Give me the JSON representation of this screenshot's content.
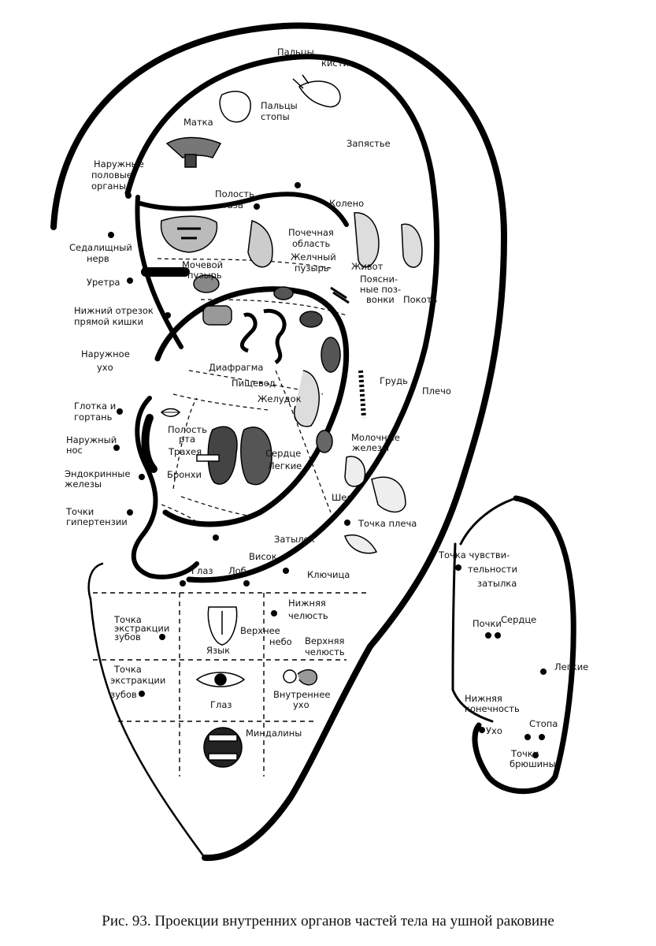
{
  "caption": "Рис. 93. Проекции внутренних органов частей тела на ушной раковине",
  "labels": {
    "paltsy_kisti": [
      "Пальцы",
      "кисти"
    ],
    "paltsy_stopy": [
      "Пальцы",
      "стопы"
    ],
    "matka": [
      "Матка"
    ],
    "zapyastye": [
      "Запястье"
    ],
    "naruzhnye_polovye": [
      "Наружные",
      "половые",
      "органы"
    ],
    "polost_taza": [
      "Полость",
      "таза"
    ],
    "koleno": [
      "Колено"
    ],
    "pochechnaya": [
      "Почечная",
      "область"
    ],
    "zhelchny": [
      "Желчный",
      "пузырь"
    ],
    "sedalishchny": [
      "Седалищный",
      "нерв"
    ],
    "mochevoy": [
      "Мочевой",
      "пузырь"
    ],
    "zhivot": [
      "Живот"
    ],
    "uretra": [
      "Уретра"
    ],
    "poyasnichnye": [
      "Поясни-",
      "ные поз-",
      "вонки"
    ],
    "pokot": [
      "Покоть"
    ],
    "nizhny_otrezok": [
      "Нижний отрезок",
      "прямой кишки"
    ],
    "naruzhnoe_ukho": [
      "Наружное",
      "ухо"
    ],
    "diafragma": [
      "Диафрагма"
    ],
    "grud": [
      "Грудь"
    ],
    "pishchevod": [
      "Пищевод"
    ],
    "plecho": [
      "Плечо"
    ],
    "zheludok": [
      "Желудок"
    ],
    "glotka": [
      "Глотка и",
      "гортань"
    ],
    "polost_rta": [
      "Полость",
      "рта"
    ],
    "naruzhny_nos": [
      "Наружный",
      "нос"
    ],
    "trakheya": [
      "Трахея"
    ],
    "serdtse": [
      "Сердце"
    ],
    "molochnye": [
      "Молочные",
      "железы"
    ],
    "legkie": [
      "Легкие"
    ],
    "endokrinnye": [
      "Эндокринные",
      "железы"
    ],
    "bronkhi": [
      "Бронхи"
    ],
    "sheya": [
      "Шея"
    ],
    "tochki_gipertenzii": [
      "Точки",
      "гипертензии"
    ],
    "tochka_plecha": [
      "Точка плеча"
    ],
    "zatylok": [
      "Затылок"
    ],
    "visok": [
      "Висок"
    ],
    "klyuchitsa": [
      "Ключица"
    ],
    "glaz_top": [
      "Глаз"
    ],
    "lob": [
      "Лоб"
    ],
    "nizhnyaya_chelyust": [
      "Нижняя",
      "челюсть"
    ],
    "tochka_ekstraktsii_1": [
      "Точка",
      "экстракции",
      "зубов"
    ],
    "verkhnee_nebo": [
      "Верхнее",
      "небо"
    ],
    "verkhnyaya_chelyust": [
      "Верхняя",
      "челюсть"
    ],
    "yazyk": [
      "Язык"
    ],
    "tochka_ekstraktsii_2": [
      "Точка",
      "экстракции",
      "зубов"
    ],
    "glaz_grid": [
      "Глаз"
    ],
    "vnutrennee_ukho": [
      "Внутреннее",
      "ухо"
    ],
    "mindaliny": [
      "Миндалины"
    ],
    "tochka_chuvstv": [
      "Точка чувстви-",
      "тельности",
      "затылка"
    ],
    "pochki": [
      "Почки"
    ],
    "serdtse_back": [
      "Сердце"
    ],
    "legkie_back": [
      "Легкие"
    ],
    "nizhnyaya_konechnost": [
      "Нижняя",
      "конечность"
    ],
    "stopa": [
      "Стопа"
    ],
    "ukho_back": [
      "Ухо"
    ],
    "tochki_bryushiny": [
      "Точки",
      "брюшины"
    ]
  },
  "icons": [
    "hand-icon",
    "foot-icon",
    "uterus-icon",
    "pelvis-icon",
    "bladder-icon",
    "intestine-icon",
    "lungs-icon",
    "mouth-icon",
    "tongue-icon",
    "eye-icon",
    "inner-ear-icon",
    "tonsils-icon",
    "knee-icon",
    "spine-icon",
    "head-icon",
    "shoulder-icon"
  ]
}
